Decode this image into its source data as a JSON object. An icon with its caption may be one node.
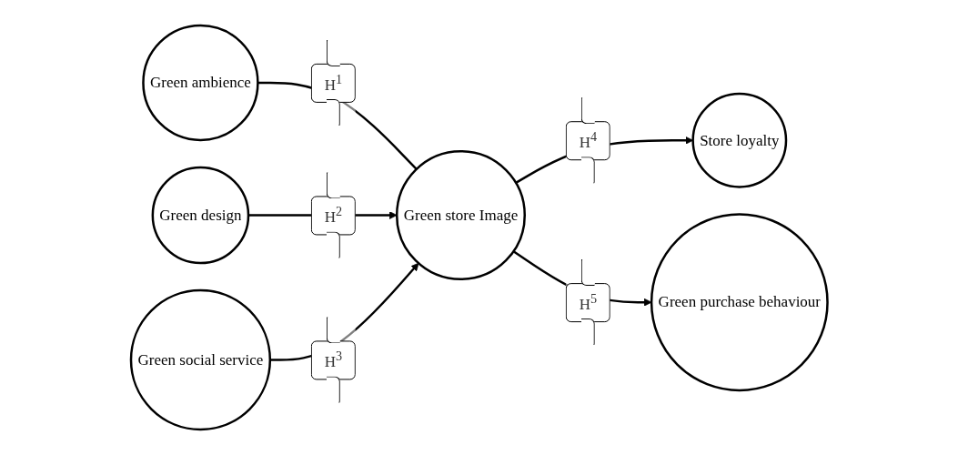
{
  "diagram": {
    "nodes": [
      {
        "text": [
          "Green ambience"
        ]
      },
      {
        "text": [
          "Green design"
        ]
      },
      {
        "text": [
          "Green social service"
        ]
      },
      {
        "text": [
          "Green store Image"
        ]
      },
      {
        "text": [
          "Store loyalty"
        ]
      },
      {
        "text": [
          "Green purchase behaviour"
        ]
      }
    ],
    "edges": [
      {
        "from": 0,
        "to": 3,
        "arrow": "none",
        "label": "H$^{1}$"
      },
      {
        "from": 1,
        "to": 3,
        "arrow": "to",
        "label": "H$^{2}$"
      },
      {
        "from": 2,
        "to": 3,
        "arrow": "to",
        "label": "H$^{3}$"
      },
      {
        "from": 3,
        "to": 4,
        "arrow": "to",
        "label": "H$^{4}$"
      },
      {
        "from": 3,
        "to": 5,
        "arrow": "to",
        "label": "H$^{5}$"
      }
    ]
  }
}
